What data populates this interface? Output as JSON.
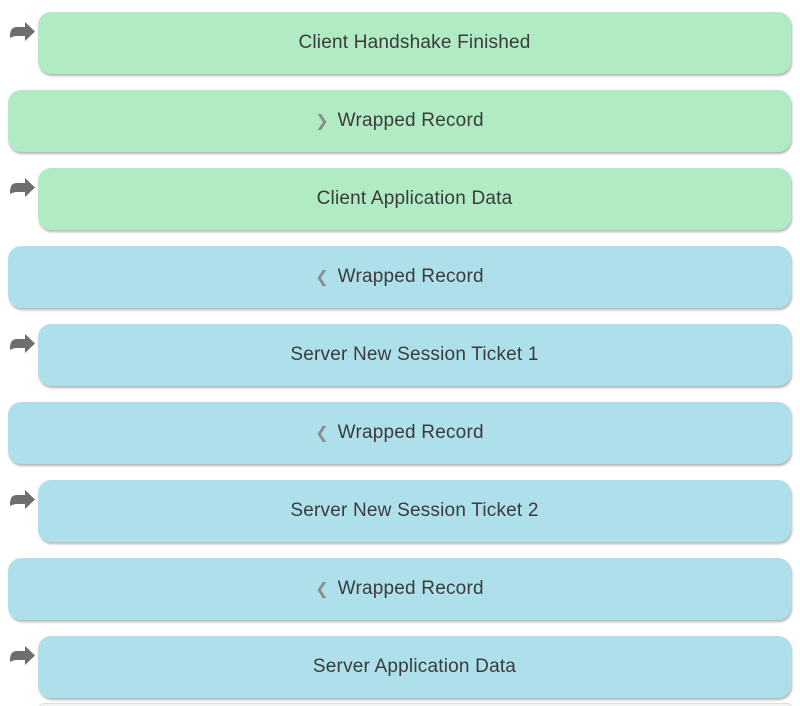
{
  "colors": {
    "client_green": "#b1ebc4",
    "server_blue": "#aee0ec",
    "text_color": "#3b3b3b",
    "chevron_gray": "#8d8d8d",
    "arrow_gray": "#6e6e6e",
    "page_background": "#ffffff"
  },
  "icons": {
    "sent_arrow": "right-arrow-icon",
    "chevron_right": "❯",
    "chevron_left": "❮"
  },
  "rows": [
    {
      "label": "Client Handshake Finished",
      "side": "client",
      "arrow": true,
      "chevron": ""
    },
    {
      "label": "Wrapped Record",
      "side": "client",
      "arrow": false,
      "chevron": "❯"
    },
    {
      "label": "Client Application Data",
      "side": "client",
      "arrow": true,
      "chevron": ""
    },
    {
      "label": "Wrapped Record",
      "side": "server",
      "arrow": false,
      "chevron": "❮"
    },
    {
      "label": "Server New Session Ticket 1",
      "side": "server",
      "arrow": true,
      "chevron": ""
    },
    {
      "label": "Wrapped Record",
      "side": "server",
      "arrow": false,
      "chevron": "❮"
    },
    {
      "label": "Server New Session Ticket 2",
      "side": "server",
      "arrow": true,
      "chevron": ""
    },
    {
      "label": "Wrapped Record",
      "side": "server",
      "arrow": false,
      "chevron": "❮"
    },
    {
      "label": "Server Application Data",
      "side": "server",
      "arrow": true,
      "chevron": ""
    }
  ]
}
